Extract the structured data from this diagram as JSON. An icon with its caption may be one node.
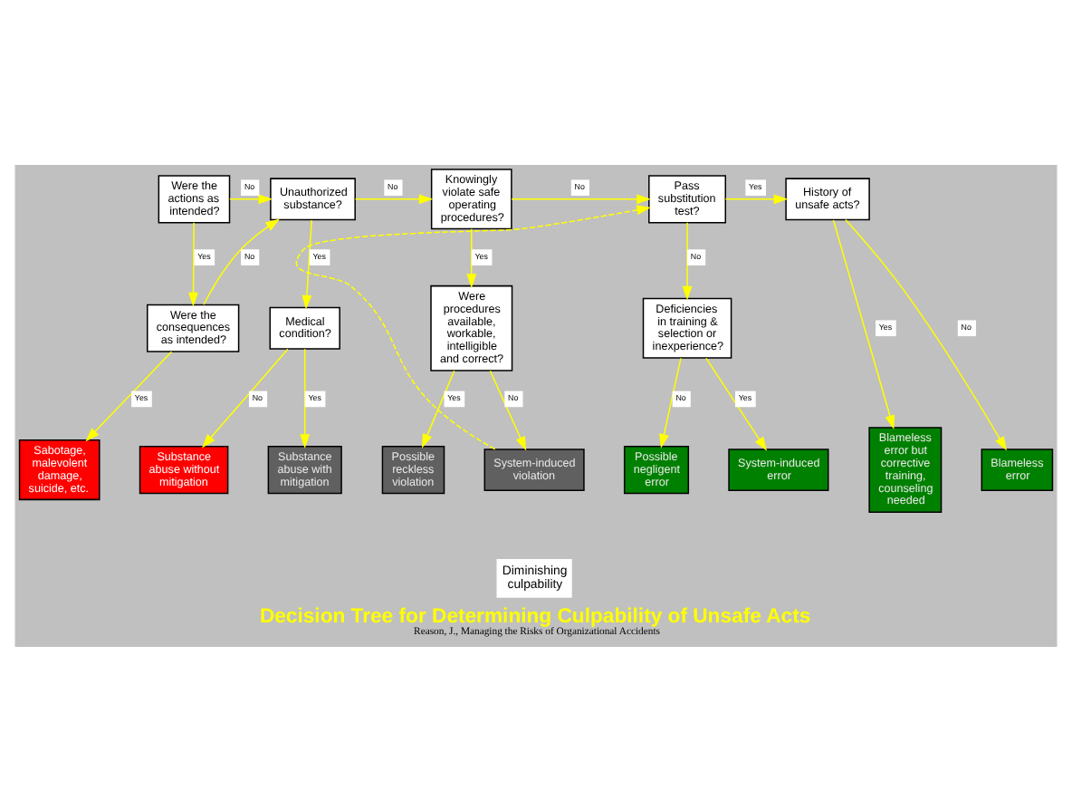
{
  "diagram": {
    "title": "Decision Tree for Determining Culpability of Unsafe Acts",
    "caption": "Reason, J., Managing the Risks of Organizational Accidents",
    "nodes": [
      {
        "text": [
          "Were the actions as intended?"
        ]
      },
      {
        "text": [
          "Unauthorized substance?"
        ]
      },
      {
        "text": [
          "Knowingly violate safe operating procedures?"
        ]
      },
      {
        "text": [
          "Pass substitution test?"
        ]
      },
      {
        "text": [
          "History of unsafe acts?"
        ]
      },
      {
        "text": [
          "Were the consequences as intended?"
        ]
      },
      {
        "text": [
          "Medical condition?"
        ]
      },
      {
        "text": [
          "Were procedures available, workable, intelligible and correct?"
        ]
      },
      {
        "text": [
          "Deficiencies in training & selection or inexperience?"
        ]
      },
      {
        "text": [
          "Sabotage, malevolent damage, suicide, etc."
        ]
      },
      {
        "text": [
          "Substance abuse without mitigation"
        ]
      },
      {
        "text": [
          "Substance abuse with mitigation"
        ]
      },
      {
        "text": [
          "Possible reckless violation"
        ]
      },
      {
        "text": [
          "System-induced violation"
        ]
      },
      {
        "text": [
          "Possible negligent error"
        ]
      },
      {
        "text": [
          "System-induced error"
        ]
      },
      {
        "text": [
          "Blameless error but corrective training, counseling needed"
        ]
      },
      {
        "text": [
          "Blameless error"
        ]
      }
    ],
    "edges": [
      {
        "from": 0,
        "to": 1,
        "arrow": "to",
        "label": "No"
      },
      {
        "from": 0,
        "to": 5,
        "arrow": "to",
        "label": "Yes"
      },
      {
        "from": 5,
        "to": 1,
        "arrow": "to",
        "label": "No"
      },
      {
        "from": 5,
        "to": 9,
        "arrow": "to",
        "label": "Yes"
      },
      {
        "from": 1,
        "to": 2,
        "arrow": "to",
        "label": "No"
      },
      {
        "from": 1,
        "to": 6,
        "arrow": "to",
        "label": "Yes"
      },
      {
        "from": 6,
        "to": 10,
        "arrow": "to",
        "label": "No"
      },
      {
        "from": 6,
        "to": 11,
        "arrow": "to",
        "label": "Yes"
      },
      {
        "from": 2,
        "to": 3,
        "arrow": "to",
        "label": "No"
      },
      {
        "from": 2,
        "to": 7,
        "arrow": "to",
        "label": "Yes"
      },
      {
        "from": 7,
        "to": 12,
        "arrow": "to",
        "label": "Yes"
      },
      {
        "from": 7,
        "to": 13,
        "arrow": "to",
        "label": "No"
      },
      {
        "from": 13,
        "to": 3,
        "arrow": "to",
        "style": "dashed"
      },
      {
        "from": 3,
        "to": 4,
        "arrow": "to",
        "label": "Yes"
      },
      {
        "from": 3,
        "to": 8,
        "arrow": "to",
        "label": "No"
      },
      {
        "from": 8,
        "to": 14,
        "arrow": "to",
        "label": "No"
      },
      {
        "from": 8,
        "to": 15,
        "arrow": "to",
        "label": "Yes"
      },
      {
        "from": 4,
        "to": 16,
        "arrow": "to",
        "label": "Yes"
      },
      {
        "from": 4,
        "to": 17,
        "arrow": "to",
        "label": "No"
      }
    ],
    "labels": [
      "Diminishing culpability"
    ]
  }
}
